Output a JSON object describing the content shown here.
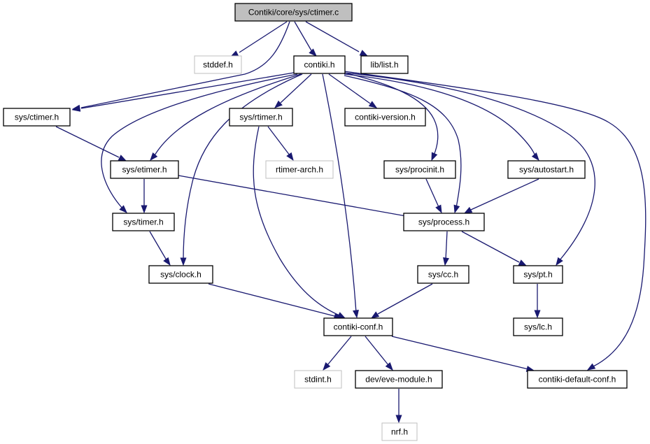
{
  "diagram": {
    "title": "Contiki/core/sys/ctimer.c",
    "colors": {
      "edge": "#191970",
      "root_fill": "#bfbfbf",
      "node_border": "#000000",
      "external_border": "#bfbfbf"
    },
    "nodes": [
      {
        "id": "root",
        "label": "Contiki/core/sys/ctimer.c",
        "kind": "root"
      },
      {
        "id": "stddef",
        "label": "stddef.h",
        "kind": "external"
      },
      {
        "id": "contiki",
        "label": "contiki.h",
        "kind": "normal"
      },
      {
        "id": "liblist",
        "label": "lib/list.h",
        "kind": "normal"
      },
      {
        "id": "ctimerh",
        "label": "sys/ctimer.h",
        "kind": "normal"
      },
      {
        "id": "rtimer",
        "label": "sys/rtimer.h",
        "kind": "normal"
      },
      {
        "id": "cversion",
        "label": "contiki-version.h",
        "kind": "normal"
      },
      {
        "id": "etimer",
        "label": "sys/etimer.h",
        "kind": "normal"
      },
      {
        "id": "rtimerarch",
        "label": "rtimer-arch.h",
        "kind": "external"
      },
      {
        "id": "procinit",
        "label": "sys/procinit.h",
        "kind": "normal"
      },
      {
        "id": "autostart",
        "label": "sys/autostart.h",
        "kind": "normal"
      },
      {
        "id": "timer",
        "label": "sys/timer.h",
        "kind": "normal"
      },
      {
        "id": "process",
        "label": "sys/process.h",
        "kind": "normal"
      },
      {
        "id": "clock",
        "label": "sys/clock.h",
        "kind": "normal"
      },
      {
        "id": "cc",
        "label": "sys/cc.h",
        "kind": "normal"
      },
      {
        "id": "pt",
        "label": "sys/pt.h",
        "kind": "normal"
      },
      {
        "id": "conf",
        "label": "contiki-conf.h",
        "kind": "normal"
      },
      {
        "id": "lc",
        "label": "sys/lc.h",
        "kind": "normal"
      },
      {
        "id": "stdint",
        "label": "stdint.h",
        "kind": "external"
      },
      {
        "id": "eve",
        "label": "dev/eve-module.h",
        "kind": "normal"
      },
      {
        "id": "defconf",
        "label": "contiki-default-conf.h",
        "kind": "normal"
      },
      {
        "id": "nrf",
        "label": "nrf.h",
        "kind": "external"
      }
    ],
    "edges": [
      {
        "from": "root",
        "to": "stddef"
      },
      {
        "from": "root",
        "to": "contiki"
      },
      {
        "from": "root",
        "to": "liblist"
      },
      {
        "from": "root",
        "to": "ctimerh"
      },
      {
        "from": "contiki",
        "to": "ctimerh"
      },
      {
        "from": "contiki",
        "to": "rtimer"
      },
      {
        "from": "contiki",
        "to": "cversion"
      },
      {
        "from": "contiki",
        "to": "etimer"
      },
      {
        "from": "contiki",
        "to": "timer"
      },
      {
        "from": "contiki",
        "to": "clock"
      },
      {
        "from": "contiki",
        "to": "procinit"
      },
      {
        "from": "contiki",
        "to": "autostart"
      },
      {
        "from": "contiki",
        "to": "process"
      },
      {
        "from": "contiki",
        "to": "pt"
      },
      {
        "from": "contiki",
        "to": "conf"
      },
      {
        "from": "contiki",
        "to": "defconf"
      },
      {
        "from": "ctimerh",
        "to": "etimer"
      },
      {
        "from": "rtimer",
        "to": "rtimerarch"
      },
      {
        "from": "rtimer",
        "to": "conf"
      },
      {
        "from": "etimer",
        "to": "timer"
      },
      {
        "from": "etimer",
        "to": "process"
      },
      {
        "from": "procinit",
        "to": "process"
      },
      {
        "from": "autostart",
        "to": "process"
      },
      {
        "from": "timer",
        "to": "clock"
      },
      {
        "from": "process",
        "to": "cc"
      },
      {
        "from": "process",
        "to": "pt"
      },
      {
        "from": "clock",
        "to": "conf"
      },
      {
        "from": "cc",
        "to": "conf"
      },
      {
        "from": "pt",
        "to": "lc"
      },
      {
        "from": "conf",
        "to": "stdint"
      },
      {
        "from": "conf",
        "to": "eve"
      },
      {
        "from": "conf",
        "to": "defconf"
      },
      {
        "from": "eve",
        "to": "nrf"
      }
    ]
  }
}
